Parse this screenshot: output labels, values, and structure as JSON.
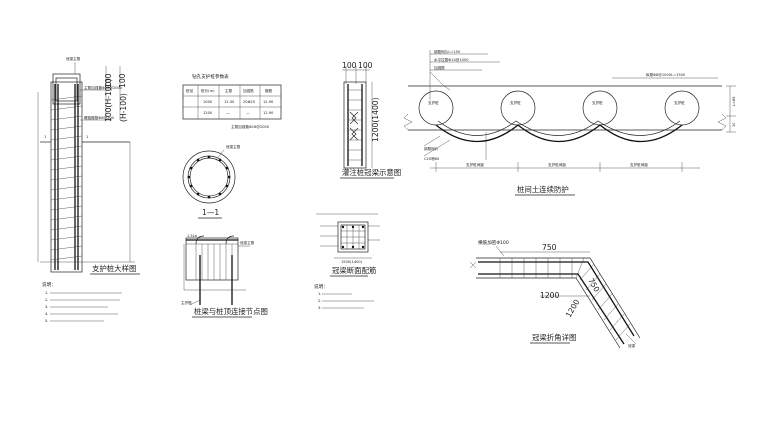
{
  "pile_detail": {
    "top_label": "冠梁主筋",
    "bar_label1": "主筋加强箍Φ18@2000",
    "bar_label2": "螺旋箍筋Φ8@200",
    "dim_a": "100",
    "dim_b": "100",
    "dim_c": "100(H-100)",
    "dim_d": "(H-100)",
    "marker": "1",
    "title": "支护桩大样图",
    "notes_title": "说明：",
    "notes": [
      "1.",
      "2.",
      "3.",
      "4.",
      "5."
    ]
  },
  "rebar_table": {
    "title": "钻孔支护桩参数表",
    "header": [
      "桩径",
      "桩长(m)",
      "主筋",
      "加强筋",
      "箍筋"
    ],
    "rows": [
      [
        "1000",
        "12.30",
        "20Φ25",
        "12.90"
      ],
      [
        "1200",
        "—",
        "—",
        "12.90"
      ]
    ],
    "note": "主筋加强箍Φ18@2000"
  },
  "section_1": {
    "label": "冠梁主筋",
    "title": "1—1"
  },
  "joint": {
    "label_a": "1.5La",
    "label_b": "冠梁主筋",
    "label_c": "主护筋",
    "title": "桩梁与桩顶连接节点图"
  },
  "cap_beam": {
    "dim_a": "100",
    "dim_b": "100",
    "dim_h": "1200(1400)",
    "title": "灌注桩冠梁示意图"
  },
  "cap_rebar": {
    "title": "冠梁断面配筋",
    "base_label": "1500(1400)",
    "notes_title": "说明：",
    "notes": [
      "1.",
      "2.",
      "3."
    ]
  },
  "continuous": {
    "label_top1": "钢筋网片L=150",
    "label_top2": "水平拉筋Φ14@1000",
    "label_top3": "加强筋",
    "label_right": "纵筋Φ8@1000L=1500",
    "pile_label": "支护桩",
    "label_mesh": "钢筋网片",
    "label_conc": "C20喷80",
    "dim_right1": "L=85",
    "dim_right2": "10",
    "dim_bottom": "支护桩间距",
    "title": "桩间土连续防护"
  },
  "corner": {
    "label": "横筋加密Φ100",
    "dim_750": "750",
    "dim_1200a": "1200",
    "dim_1200b": "1200",
    "dim_750b": "750",
    "corner_label": "冠梁",
    "title": "冠梁折角详图"
  }
}
